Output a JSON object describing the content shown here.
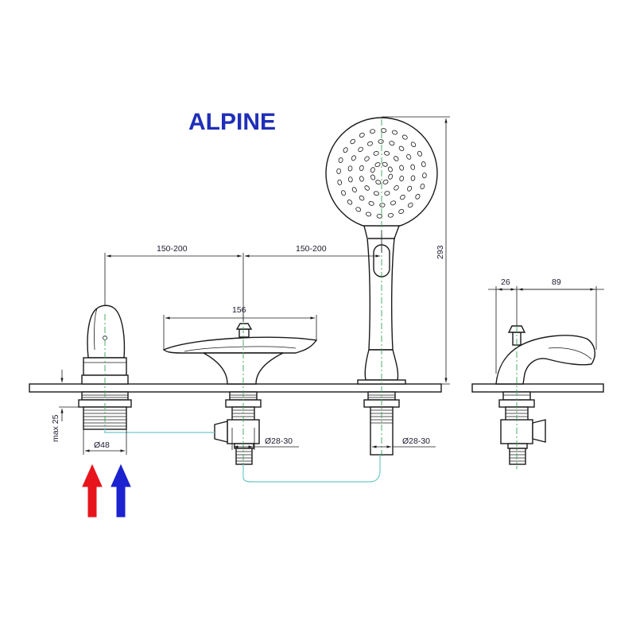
{
  "title": "ALPINE",
  "colors": {
    "title": "#1f2fb8",
    "hot": "#e8141c",
    "cold": "#1c22cf",
    "centerline": "#3aa35a",
    "hose": "#6fc7c9"
  },
  "dimensions": {
    "spacing_left": "150-200",
    "spacing_right": "150-200",
    "spout_width": "156",
    "height_total": "293",
    "max_thickness": "max 25",
    "dia_mixer": "Ø48",
    "dia_spout": "Ø28-30",
    "dia_shower": "Ø28-30",
    "side_offset": "26",
    "side_projection": "89"
  },
  "arrows": {
    "hot": "hot-water-inlet",
    "cold": "cold-water-inlet"
  }
}
